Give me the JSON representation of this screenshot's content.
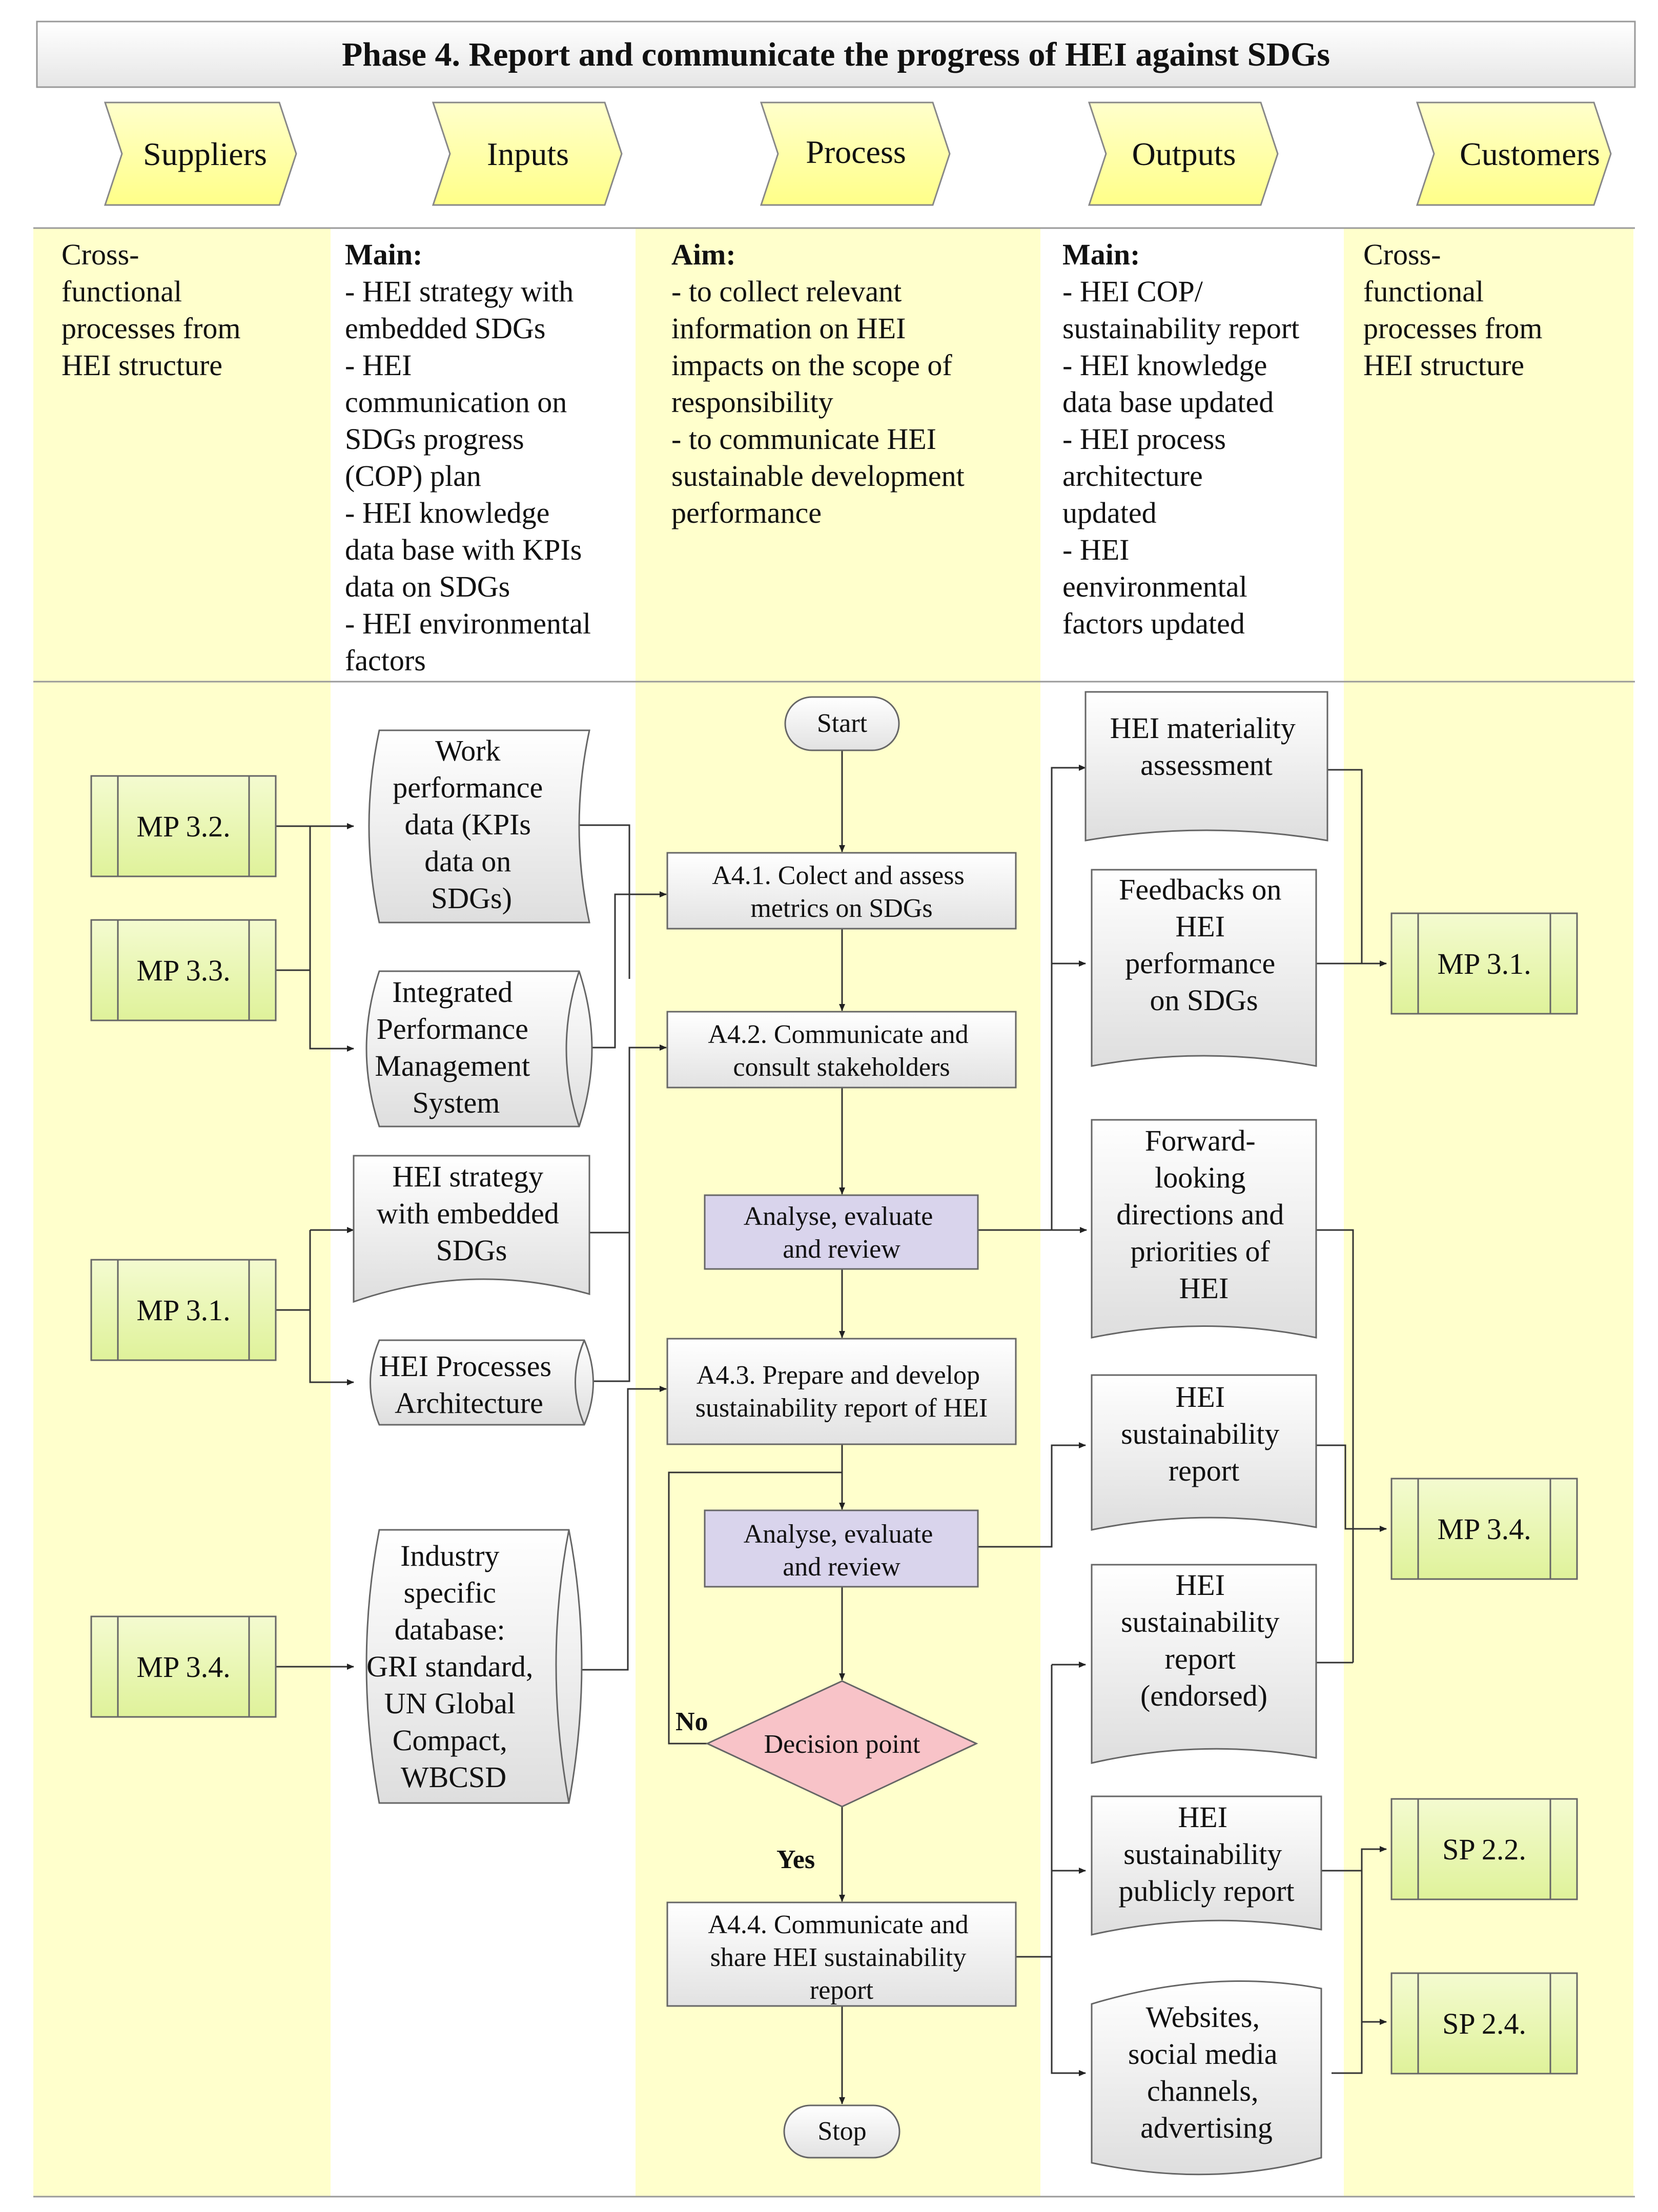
{
  "title": "Phase 4. Report and communicate the progress of HEI against SDGs",
  "colors": {
    "lane_yellow": "#ffffcc",
    "chevron_fill": "#ffff99",
    "mp_fill": "#eaf6b4",
    "review_fill": "#d9d4ec",
    "decision_fill": "#f8c3c8"
  },
  "headers": [
    "Suppliers",
    "Inputs",
    "Process",
    "Outputs",
    "Customers"
  ],
  "columns": {
    "suppliers": [
      "Cross-",
      "functional",
      "processes from",
      "HEI structure"
    ],
    "inputs": [
      "Main:",
      "- HEI strategy with",
      "embedded SDGs",
      "- HEI",
      "communication on",
      "SDGs progress",
      "(COP) plan",
      "- HEI knowledge",
      "data base with KPIs",
      "data on SDGs",
      "- HEI environmental",
      "factors"
    ],
    "process": [
      "Aim:",
      "- to collect relevant",
      "information on HEI",
      "impacts on the scope of",
      "responsibility",
      "- to communicate HEI",
      "sustainable development",
      "performance"
    ],
    "outputs": [
      "Main:",
      "- HEI COP/",
      "sustainability report",
      "- HEI knowledge",
      "data base updated",
      "- HEI process",
      "architecture",
      "updated",
      "- HEI",
      "eenvironmental",
      "factors updated"
    ],
    "customers": [
      "Cross-",
      "functional",
      "processes from",
      "HEI structure"
    ]
  },
  "suppliers": [
    "MP 3.2.",
    "MP 3.3.",
    "MP 3.1.",
    "MP 3.4."
  ],
  "inputs": {
    "work_perf": [
      "Work",
      "performance",
      "data (KPIs",
      "data on",
      "SDGs)"
    ],
    "ipms": [
      "Integrated",
      "Performance",
      "Management",
      "System"
    ],
    "strategy": [
      "HEI strategy",
      "with embedded",
      "SDGs"
    ],
    "processes": [
      "HEI Processes",
      "Architecture"
    ],
    "industry": [
      "Industry",
      "specific",
      "database:",
      "GRI standard,",
      "UN Global",
      "Compact,",
      "WBCSD"
    ]
  },
  "process": {
    "start": "Start",
    "a41": [
      "A4.1. Colect and assess",
      "metrics on SDGs"
    ],
    "a42": [
      "A4.2. Communicate and",
      "consult stakeholders"
    ],
    "review1": [
      "Analyse, evaluate",
      "and review"
    ],
    "a43": [
      "A4.3. Prepare and develop",
      "sustainability report of HEI"
    ],
    "review2": [
      "Analyse, evaluate",
      "and review"
    ],
    "decision": "Decision point",
    "no": "No",
    "yes": "Yes",
    "a44": [
      "A4.4. Communicate and",
      "share HEI sustainability",
      "report"
    ],
    "stop": "Stop"
  },
  "outputs": {
    "materiality": [
      "HEI materiality",
      "assessment"
    ],
    "feedbacks": [
      "Feedbacks on",
      "HEI",
      "performance",
      "on SDGs"
    ],
    "forward": [
      "Forward-",
      "looking",
      "directions and",
      "priorities of",
      "HEI"
    ],
    "sust_report": [
      "HEI",
      "sustainability",
      "report"
    ],
    "endorsed": [
      "HEI",
      "sustainability",
      "report",
      "(endorsed)"
    ],
    "public": [
      "HEI",
      "sustainability",
      "publicly report"
    ],
    "websites": [
      "Websites,",
      "social media",
      "channels,",
      "advertising"
    ]
  },
  "customers": [
    "MP 3.1.",
    "MP 3.4.",
    "SP 2.2.",
    "SP 2.4."
  ]
}
